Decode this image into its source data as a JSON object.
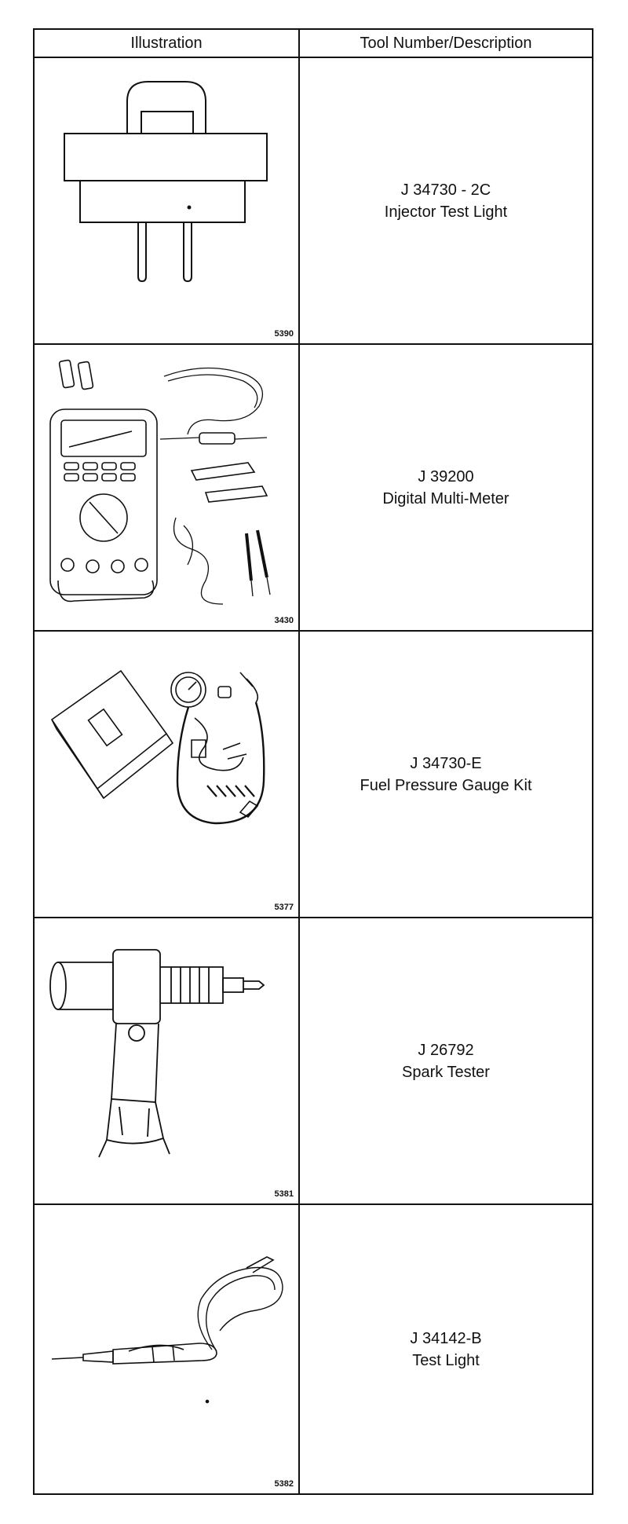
{
  "table": {
    "header": {
      "col1": "Illustration",
      "col2": "Tool Number/Description"
    },
    "rows": [
      {
        "tool_number": "J 34730 - 2C",
        "description": "Injector Test Light",
        "figure": "5390",
        "icon": "injector-test-light-icon"
      },
      {
        "tool_number": "J 39200",
        "description": "Digital Multi-Meter",
        "figure": "3430",
        "icon": "digital-multimeter-icon"
      },
      {
        "tool_number": "J 34730-E",
        "description": "Fuel Pressure Gauge Kit",
        "figure": "5377",
        "icon": "fuel-pressure-gauge-kit-icon"
      },
      {
        "tool_number": "J 26792",
        "description": "Spark Tester",
        "figure": "5381",
        "icon": "spark-tester-icon"
      },
      {
        "tool_number": "J 34142-B",
        "description": "Test Light",
        "figure": "5382",
        "icon": "test-light-icon"
      }
    ]
  }
}
